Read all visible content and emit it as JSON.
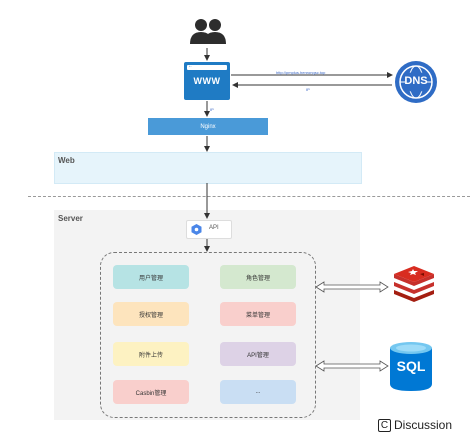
{
  "zones": {
    "web_label": "Web",
    "server_label": "Server"
  },
  "browser": {
    "label": "WWW"
  },
  "nginx": {
    "label": "Nginx"
  },
  "dns": {
    "label": "DNS"
  },
  "edges": {
    "domain_url": "http://pmplus.henrongsc.top",
    "ip_return": "IP",
    "ip_down": "IP"
  },
  "api": {
    "label": "API"
  },
  "modules": [
    {
      "label": "用户管理",
      "color": "#b6e3e4"
    },
    {
      "label": "角色管理",
      "color": "#d4e8cf"
    },
    {
      "label": "授权管理",
      "color": "#fde4bd"
    },
    {
      "label": "菜单管理",
      "color": "#f9cfcc"
    },
    {
      "label": "附件上传",
      "color": "#fdf2c2"
    },
    {
      "label": "API管理",
      "color": "#ddd2e6"
    },
    {
      "label": "Casbin管理",
      "color": "#f9cfcc"
    },
    {
      "label": "...",
      "color": "#c9def3"
    }
  ],
  "stores": {
    "sql_label": "SQL"
  },
  "footer": {
    "mark": "C",
    "text": "Discussion"
  }
}
